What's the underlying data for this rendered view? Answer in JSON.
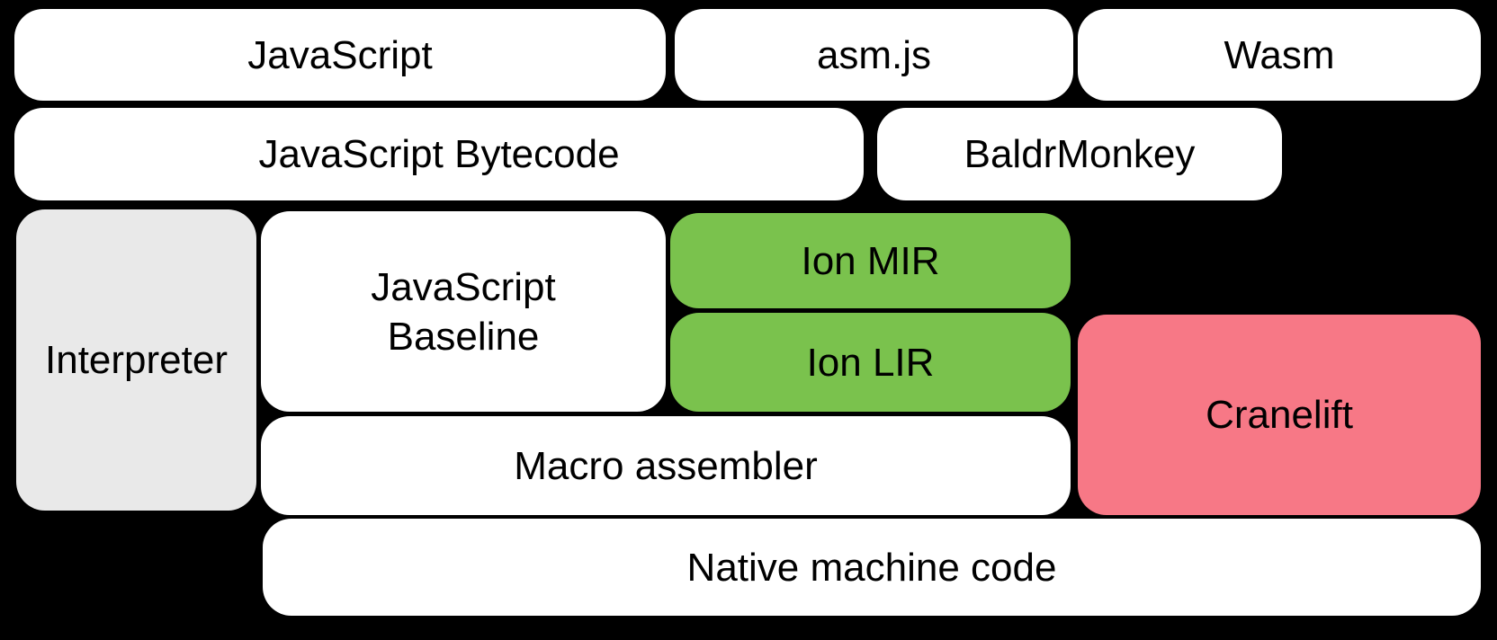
{
  "diagram": {
    "title": "JavaScript / Wasm compilation pipeline",
    "background_color": "#000000",
    "text_color": "#000000",
    "colors": {
      "plain": "#ffffff",
      "interpreter_gray": "#e9e9e9",
      "ion_green": "#7ac24d",
      "cranelift_pink": "#f77886"
    },
    "boxes": {
      "javascript": {
        "label": "JavaScript",
        "color": "#ffffff"
      },
      "asmjs": {
        "label": "asm.js",
        "color": "#ffffff"
      },
      "wasm": {
        "label": "Wasm",
        "color": "#ffffff"
      },
      "js_bytecode": {
        "label": "JavaScript Bytecode",
        "color": "#ffffff"
      },
      "baldrmonkey": {
        "label": "BaldrMonkey",
        "color": "#ffffff"
      },
      "interpreter": {
        "label": "Interpreter",
        "color": "#e9e9e9"
      },
      "js_baseline": {
        "label": "JavaScript Baseline",
        "lines": [
          "JavaScript",
          "Baseline"
        ],
        "color": "#ffffff"
      },
      "ion_mir": {
        "label": "Ion MIR",
        "color": "#7ac24d"
      },
      "ion_lir": {
        "label": "Ion LIR",
        "color": "#7ac24d"
      },
      "cranelift": {
        "label": "Cranelift",
        "color": "#f77886"
      },
      "macro_assembler": {
        "label": "Macro assembler",
        "color": "#ffffff"
      },
      "native_machine_code": {
        "label": "Native machine code",
        "color": "#ffffff"
      }
    }
  }
}
